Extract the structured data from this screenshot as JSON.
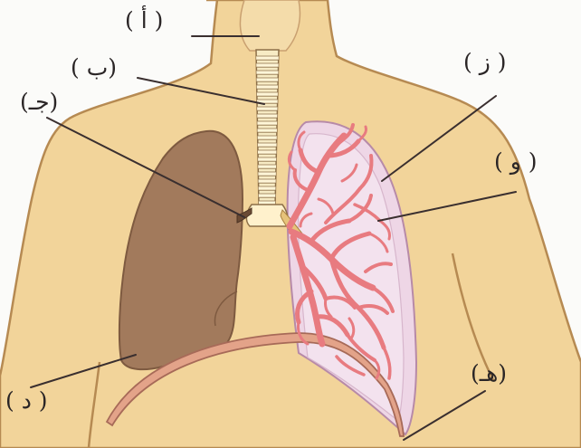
{
  "diagram": {
    "labels": {
      "a": "( أ )",
      "b": "(ب )",
      "j": "(جـ)",
      "d": "( د )",
      "h": "(هـ)",
      "w": "( و )",
      "z": "( ز )"
    },
    "colors": {
      "background": "#fbfbf9",
      "skin": "#f2d49a",
      "skin_outline": "#b68a52",
      "collapsed_lung": "#a27a5c",
      "pleura": "#eed6e6",
      "bronchi": "#e87b80",
      "trachea_rings": "#fff6d8",
      "diaphragm": "#e3a389",
      "leader_line": "#3a2f2f"
    }
  }
}
